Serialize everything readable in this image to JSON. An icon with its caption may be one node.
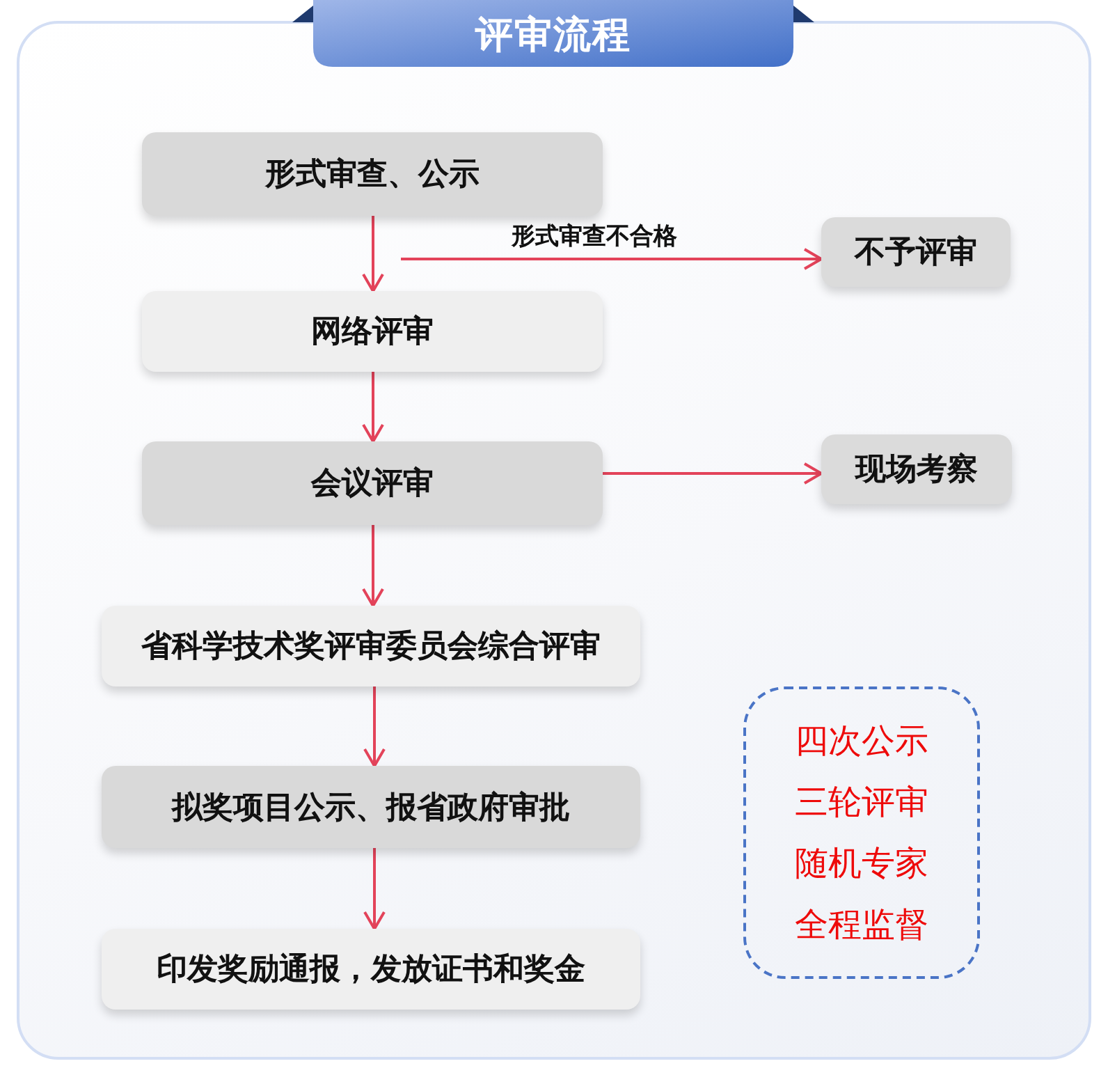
{
  "diagram": {
    "title": "评审流程",
    "nodes": [
      {
        "text": [
          "形式审查、公示"
        ]
      },
      {
        "text": [
          "不予评审"
        ]
      },
      {
        "text": [
          "网络评审"
        ]
      },
      {
        "text": [
          "会议评审"
        ]
      },
      {
        "text": [
          "现场考察"
        ]
      },
      {
        "text": [
          "省科学技术奖评审委员会综合评审"
        ]
      },
      {
        "text": [
          "拟奖项目公示、报省政府审批"
        ]
      },
      {
        "text": [
          "印发奖励通报，发放证书和奖金"
        ]
      },
      {
        "text": [
          "四次公示",
          "三轮评审",
          "随机专家",
          "全程监督"
        ]
      }
    ],
    "edges": [
      {
        "from": 0,
        "to": 2,
        "arrow": "to"
      },
      {
        "from": null,
        "to": 1,
        "arrow": "to",
        "label": "形式审查不合格"
      },
      {
        "from": 2,
        "to": 3,
        "arrow": "to"
      },
      {
        "from": 3,
        "to": 4,
        "arrow": "to"
      },
      {
        "from": 3,
        "to": 5,
        "arrow": "to"
      },
      {
        "from": 5,
        "to": 6,
        "arrow": "to"
      },
      {
        "from": 6,
        "to": 7,
        "arrow": "to"
      }
    ]
  }
}
